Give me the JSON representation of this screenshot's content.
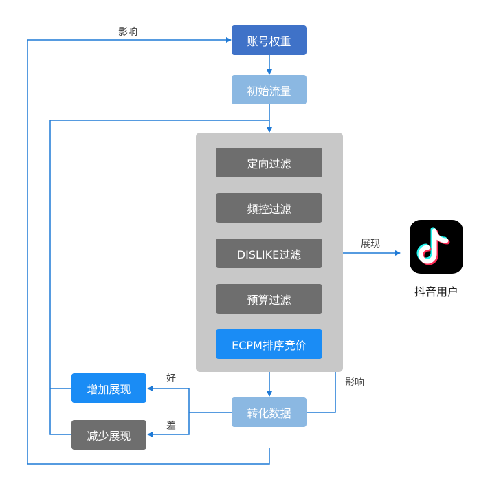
{
  "colors": {
    "dark_blue": "#3f72c8",
    "light_blue": "#8bb8e2",
    "bright_blue": "#1a8cf5",
    "dark_gray": "#6e6e6e",
    "panel_gray": "#c8c8c8",
    "wire_blue": "#1f7ad6"
  },
  "nodes": {
    "account_weight": "账号权重",
    "initial_traffic": "初始流量",
    "targeting_filter": "定向过滤",
    "frequency_filter": "频控过滤",
    "dislike_filter": "DISLIKE过滤",
    "budget_filter": "预算过滤",
    "ecpm_bidding": "ECPM排序竞价",
    "conversion_data": "转化数据",
    "increase_exposure": "增加展现",
    "decrease_exposure": "减少展现"
  },
  "edge_labels": {
    "influence_top": "影响",
    "influence_right": "影响",
    "exposure": "展现",
    "good": "好",
    "bad": "差"
  },
  "app": {
    "icon": "tiktok-logo-icon",
    "name": "抖音用户"
  }
}
